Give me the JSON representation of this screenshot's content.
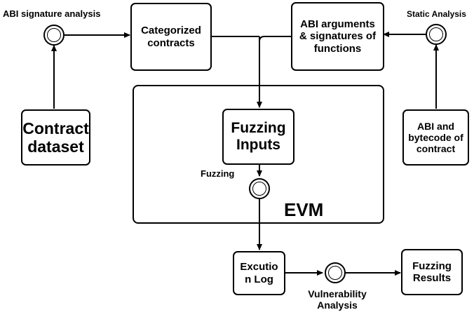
{
  "labels": {
    "abi_signature_analysis": "ABI signature analysis",
    "static_analysis": "Static Analysis",
    "fuzzing": "Fuzzing",
    "evm": "EVM",
    "vulnerability_analysis": "Vulnerability\nAnalysis"
  },
  "boxes": {
    "categorized_contracts": "Categorized\ncontracts",
    "abi_arguments": "ABI arguments\n& signatures of\nfunctions",
    "contract_dataset": "Contract\ndataset",
    "abi_bytecode": "ABI and\nbytecode of\ncontract",
    "fuzzing_inputs": "Fuzzing\nInputs",
    "execution_log": "Excutio\nn Log",
    "fuzzing_results": "Fuzzing\nResults"
  }
}
